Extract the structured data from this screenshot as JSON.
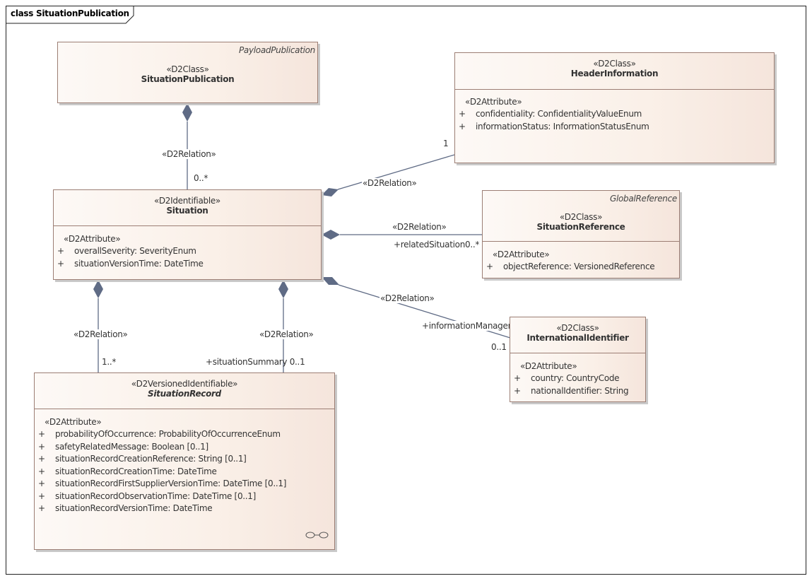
{
  "diagram": {
    "frame_title": "class SituationPublication"
  },
  "classes": {
    "situation_publication": {
      "parent": "PayloadPublication",
      "stereotype": "«D2Class»",
      "name": "SituationPublication",
      "attributes": []
    },
    "header_information": {
      "stereotype": "«D2Class»",
      "name": "HeaderInformation",
      "attr_stereotype": "«D2Attribute»",
      "attributes": [
        {
          "vis": "+",
          "text": "confidentiality: ConfidentialityValueEnum"
        },
        {
          "vis": "+",
          "text": "informationStatus: InformationStatusEnum"
        }
      ]
    },
    "situation": {
      "stereotype": "«D2Identifiable»",
      "name": "Situation",
      "attr_stereotype": "«D2Attribute»",
      "attributes": [
        {
          "vis": "+",
          "text": "overallSeverity: SeverityEnum"
        },
        {
          "vis": "+",
          "text": "situationVersionTime: DateTime"
        }
      ]
    },
    "situation_reference": {
      "parent": "GlobalReference",
      "stereotype": "«D2Class»",
      "name": "SituationReference",
      "attr_stereotype": "«D2Attribute»",
      "attributes": [
        {
          "vis": "+",
          "text": "objectReference: VersionedReference"
        }
      ]
    },
    "international_identifier": {
      "stereotype": "«D2Class»",
      "name": "InternationalIdentifier",
      "attr_stereotype": "«D2Attribute»",
      "attributes": [
        {
          "vis": "+",
          "text": "country: CountryCode"
        },
        {
          "vis": "+",
          "text": "nationalIdentifier: String"
        }
      ]
    },
    "situation_record": {
      "stereotype": "«D2VersionedIdentifiable»",
      "name": "SituationRecord",
      "abstract": true,
      "attr_stereotype": "«D2Attribute»",
      "attributes": [
        {
          "vis": "+",
          "text": "probabilityOfOccurrence: ProbabilityOfOccurrenceEnum"
        },
        {
          "vis": "+",
          "text": "safetyRelatedMessage: Boolean [0..1]"
        },
        {
          "vis": "+",
          "text": "situationRecordCreationReference: String [0..1]"
        },
        {
          "vis": "+",
          "text": "situationRecordCreationTime: DateTime"
        },
        {
          "vis": "+",
          "text": "situationRecordFirstSupplierVersionTime: DateTime [0..1]"
        },
        {
          "vis": "+",
          "text": "situationRecordObservationTime: DateTime [0..1]"
        },
        {
          "vis": "+",
          "text": "situationRecordVersionTime: DateTime"
        }
      ]
    }
  },
  "relations": [
    {
      "id": "pub_situation",
      "from": "SituationPublication",
      "to": "Situation",
      "kind": "composition",
      "stereotype": "«D2Relation»",
      "role": "",
      "multiplicity": "0..*"
    },
    {
      "id": "situation_header",
      "from": "Situation",
      "to": "HeaderInformation",
      "kind": "composition",
      "stereotype": "«D2Relation»",
      "role": "",
      "multiplicity": "1"
    },
    {
      "id": "situation_reference",
      "from": "Situation",
      "to": "SituationReference",
      "kind": "composition",
      "stereotype": "«D2Relation»",
      "role": "+relatedSituation",
      "multiplicity": "0..*"
    },
    {
      "id": "situation_infomanager",
      "from": "Situation",
      "to": "InternationalIdentifier",
      "kind": "composition",
      "stereotype": "«D2Relation»",
      "role": "+informationManager",
      "multiplicity": "0..1"
    },
    {
      "id": "situation_record",
      "from": "Situation",
      "to": "SituationRecord",
      "kind": "composition",
      "stereotype": "«D2Relation»",
      "role": "",
      "multiplicity": "1..*"
    },
    {
      "id": "situation_summary",
      "from": "Situation",
      "to": "SituationRecord",
      "kind": "composition",
      "stereotype": "«D2Relation»",
      "role": "+situationSummary",
      "multiplicity": "0..1"
    }
  ],
  "icons": {
    "situation_record_link": "link-icon"
  },
  "colors": {
    "line": "#5f6b85",
    "class_border": "#9c7e74",
    "class_fill_left": "#fdf9f6",
    "class_fill_right": "#f5e5dc"
  }
}
